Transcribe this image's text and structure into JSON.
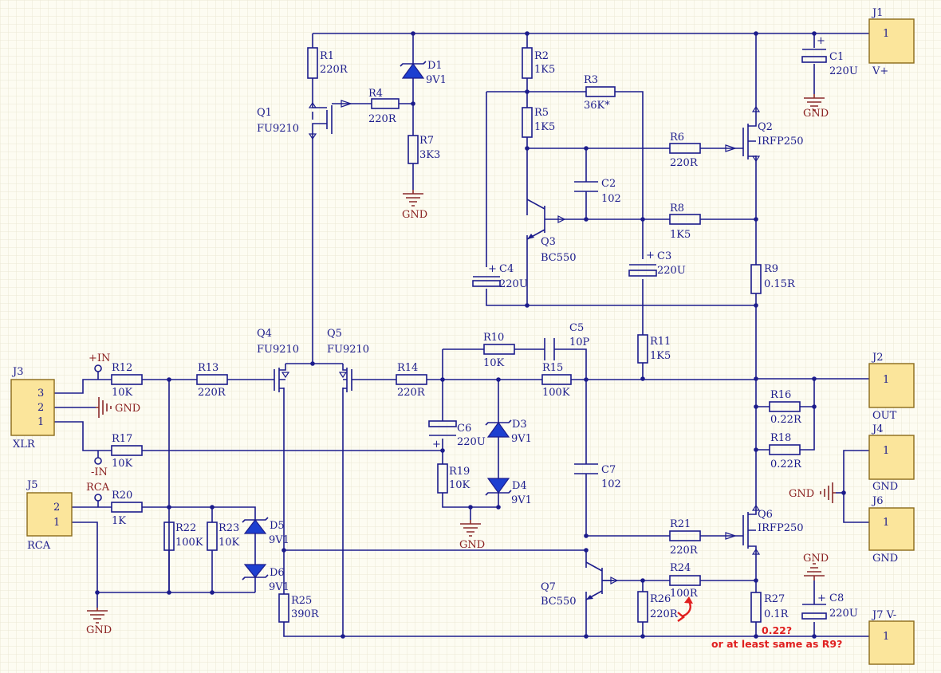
{
  "colors": {
    "wire": "#1c1c8c",
    "ground": "#8a2a2a",
    "connector": "#fbe59b",
    "note": "#e02020",
    "diode": "#1d3fd0"
  },
  "components": {
    "R1": {
      "ref": "R1",
      "value": "220R"
    },
    "R2": {
      "ref": "R2",
      "value": "1K5"
    },
    "R3": {
      "ref": "R3",
      "value": "36K*"
    },
    "R4": {
      "ref": "R4",
      "value": "220R"
    },
    "R5": {
      "ref": "R5",
      "value": "1K5"
    },
    "R6": {
      "ref": "R6",
      "value": "220R"
    },
    "R7": {
      "ref": "R7",
      "value": "3K3"
    },
    "R8": {
      "ref": "R8",
      "value": "1K5"
    },
    "R9": {
      "ref": "R9",
      "value": "0.15R"
    },
    "R10": {
      "ref": "R10",
      "value": "10K"
    },
    "R11": {
      "ref": "R11",
      "value": "1K5"
    },
    "R12": {
      "ref": "R12",
      "value": "10K"
    },
    "R13": {
      "ref": "R13",
      "value": "220R"
    },
    "R14": {
      "ref": "R14",
      "value": "220R"
    },
    "R15": {
      "ref": "R15",
      "value": "100K"
    },
    "R16": {
      "ref": "R16",
      "value": "0.22R"
    },
    "R17": {
      "ref": "R17",
      "value": "10K"
    },
    "R18": {
      "ref": "R18",
      "value": "0.22R"
    },
    "R19": {
      "ref": "R19",
      "value": "10K"
    },
    "R20": {
      "ref": "R20",
      "value": "1K"
    },
    "R21": {
      "ref": "R21",
      "value": "220R"
    },
    "R22": {
      "ref": "R22",
      "value": "100K"
    },
    "R23": {
      "ref": "R23",
      "value": "10K"
    },
    "R24": {
      "ref": "R24",
      "value": "100R"
    },
    "R25": {
      "ref": "R25",
      "value": "390R"
    },
    "R26": {
      "ref": "R26",
      "value": "220R"
    },
    "R27": {
      "ref": "R27",
      "value": "0.1R"
    },
    "C1": {
      "ref": "C1",
      "value": "220U"
    },
    "C2": {
      "ref": "C2",
      "value": "102"
    },
    "C3": {
      "ref": "C3",
      "value": "220U"
    },
    "C4": {
      "ref": "C4",
      "value": "220U"
    },
    "C5": {
      "ref": "C5",
      "value": "10P"
    },
    "C6": {
      "ref": "C6",
      "value": "220U"
    },
    "C7": {
      "ref": "C7",
      "value": "102"
    },
    "C8": {
      "ref": "C8",
      "value": "220U"
    },
    "D1": {
      "ref": "D1",
      "value": "9V1"
    },
    "D3": {
      "ref": "D3",
      "value": "9V1"
    },
    "D4": {
      "ref": "D4",
      "value": "9V1"
    },
    "D5": {
      "ref": "D5",
      "value": "9V1"
    },
    "D6": {
      "ref": "D6",
      "value": "9V1"
    },
    "Q1": {
      "ref": "Q1",
      "value": "FU9210"
    },
    "Q2": {
      "ref": "Q2",
      "value": "IRFP250"
    },
    "Q3": {
      "ref": "Q3",
      "value": "BC550"
    },
    "Q4": {
      "ref": "Q4",
      "value": "FU9210"
    },
    "Q5": {
      "ref": "Q5",
      "value": "FU9210"
    },
    "Q6": {
      "ref": "Q6",
      "value": "IRFP250"
    },
    "Q7": {
      "ref": "Q7",
      "value": "BC550"
    }
  },
  "connectors": {
    "J1": {
      "ref": "J1",
      "pin": "1",
      "label": "V+"
    },
    "J2": {
      "ref": "J2",
      "pin": "1",
      "label": "OUT"
    },
    "J3": {
      "ref": "J3",
      "pins": [
        "3",
        "2",
        "1"
      ],
      "label": "XLR"
    },
    "J4": {
      "ref": "J4",
      "pin": "1",
      "label": "GND"
    },
    "J5": {
      "ref": "J5",
      "pins": [
        "2",
        "1"
      ],
      "label": "RCA"
    },
    "J6": {
      "ref": "J6",
      "pin": "1",
      "label": "GND"
    },
    "J7": {
      "ref": "J7 V-",
      "pin": "1"
    }
  },
  "nets": {
    "gnd": "GND",
    "plus_in": "+IN",
    "minus_in": "-IN",
    "rca": "RCA"
  },
  "polarity": "+",
  "annotation": {
    "line1": "0.22?",
    "line2": "or at least same as R9?"
  }
}
